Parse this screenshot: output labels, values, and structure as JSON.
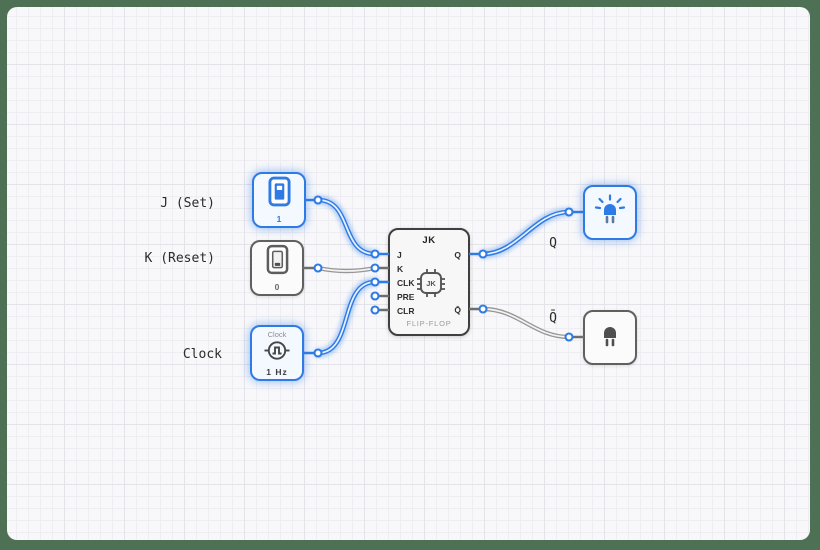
{
  "frame": {
    "border_color": "#4e7156",
    "canvas_color": "#f8f8fa"
  },
  "colors": {
    "active": "#2e7be6",
    "inactive": "#979797",
    "node_border_gray": "#606060"
  },
  "annotations": {
    "j_label": "J (Set)",
    "k_label": "K (Reset)",
    "clock_label": "Clock",
    "q_label": "Q",
    "qbar_label": "Q̄"
  },
  "nodes": {
    "j_switch": {
      "type": "toggle-switch",
      "state": "on",
      "value": "1"
    },
    "k_switch": {
      "type": "toggle-switch",
      "state": "off",
      "value": "0"
    },
    "clock": {
      "type": "clock",
      "name": "Clock",
      "frequency": "1 Hz"
    },
    "led_q": {
      "type": "led",
      "state": "lit"
    },
    "led_qbar": {
      "type": "led",
      "state": "unlit"
    }
  },
  "flipflop": {
    "title": "JK",
    "chip_label": "JK",
    "footer": "FLIP-FLOP",
    "pins": {
      "inputs": [
        "J",
        "K",
        "CLK",
        "PRE",
        "CLR"
      ],
      "outputs": [
        "Q",
        "Q̄"
      ]
    }
  }
}
